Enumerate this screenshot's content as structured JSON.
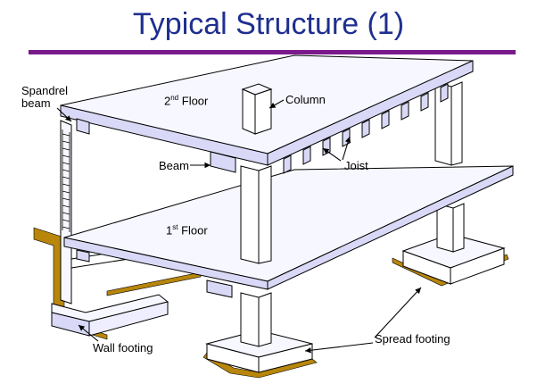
{
  "title": "Typical Structure (1)",
  "labels": {
    "spandrel_line1": "Spandrel",
    "spandrel_line2": "beam",
    "floor2_num": "2",
    "floor2_sup": "nd",
    "floor2_text": " Floor",
    "column": "Column",
    "beam": "Beam",
    "joist": "Joist",
    "floor1_num": "1",
    "floor1_sup": "st",
    "floor1_text": " Floor",
    "wall_footing": "Wall footing",
    "spread_footing": "Spread footing"
  },
  "colors": {
    "title": "#1f2f8f",
    "rule": "#7a1a8a",
    "slab_top": "#f7f7ff",
    "slab_side": "#d9d9f7",
    "ground": "#b8860b",
    "column": "#ffffff"
  }
}
